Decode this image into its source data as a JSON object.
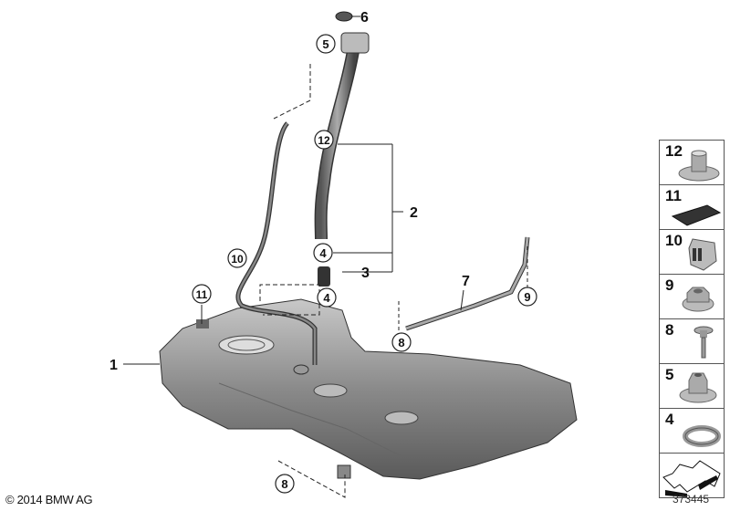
{
  "copyright": "© 2014 BMW AG",
  "diagram_number": "373445",
  "callouts": {
    "c1": "1",
    "c2": "2",
    "c3": "3",
    "c4a": "4",
    "c4b": "4",
    "c5": "5",
    "c6": "6",
    "c7": "7",
    "c8a": "8",
    "c8b": "8",
    "c9": "9",
    "c10": "10",
    "c11": "11",
    "c12": "12"
  },
  "parts_panel": {
    "items": [
      {
        "number": "12",
        "icon": "flange-nut-icon"
      },
      {
        "number": "11",
        "icon": "foam-pad-icon"
      },
      {
        "number": "10",
        "icon": "hose-clip-icon"
      },
      {
        "number": "9",
        "icon": "hex-nut-icon"
      },
      {
        "number": "8",
        "icon": "bolt-icon"
      },
      {
        "number": "5",
        "icon": "flange-nut-icon"
      },
      {
        "number": "4",
        "icon": "hose-clamp-icon"
      },
      {
        "number": "",
        "icon": "arrow-icon"
      }
    ]
  }
}
